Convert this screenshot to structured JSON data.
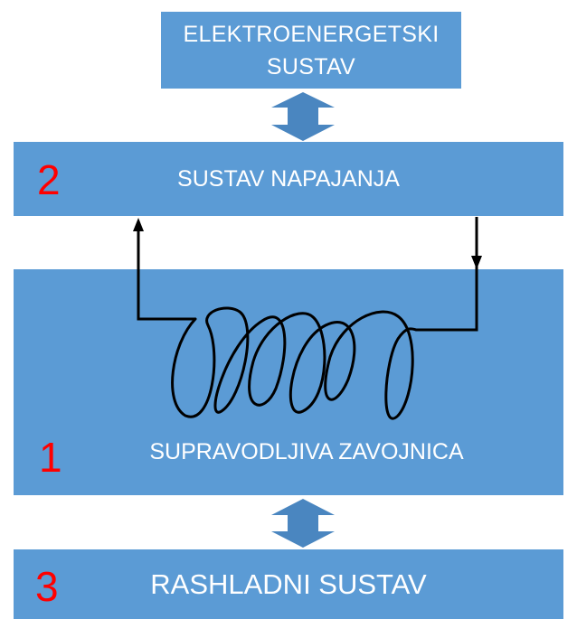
{
  "boxes": {
    "power_system": {
      "line1": "ELEKTROENERGETSKI",
      "line2": "SUSTAV"
    },
    "supply": {
      "number": "2",
      "label": "SUSTAV NAPAJANJA"
    },
    "coil": {
      "number": "1",
      "label": "SUPRAVODLJIVA ZAVOJNICA"
    },
    "cooling": {
      "number": "3",
      "label": "RASHLADNI SUSTAV"
    }
  },
  "colors": {
    "box_fill": "#5b9bd5",
    "arrow_fill": "#4a86c0",
    "number_color": "#ff0000",
    "text_color": "#ffffff"
  }
}
